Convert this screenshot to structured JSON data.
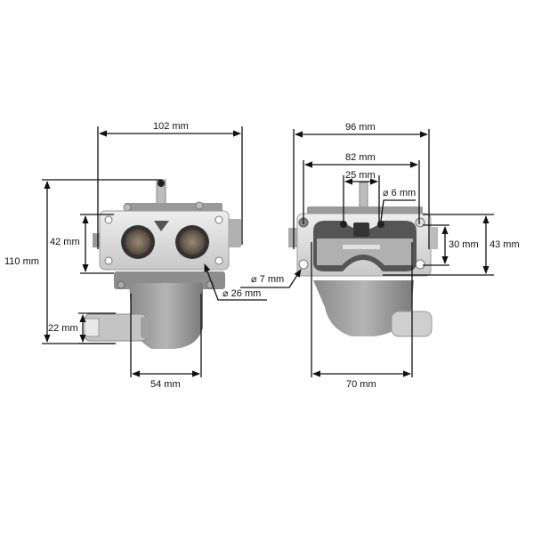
{
  "figure": {
    "type": "technical dimension drawing",
    "subject": "carburetor",
    "views": [
      {
        "name": "front-view-left",
        "dimensions": {
          "overall_width": "102 mm",
          "overall_height": "110 mm",
          "flange_height": "42 mm",
          "bore_diameter": "26 mm",
          "fuel_solenoid_diameter": "22 mm",
          "bowl_width": "54 mm"
        }
      },
      {
        "name": "rear-view-right",
        "dimensions": {
          "overall_width": "96 mm",
          "mount_hole_spacing": "82 mm",
          "small_hole_spacing": "25 mm",
          "small_hole_diameter": "6 mm",
          "mount_hole_diameter": "7 mm",
          "vertical_hole_spacing": "30 mm",
          "flange_height": "43 mm",
          "bowl_width": "70 mm"
        }
      }
    ]
  },
  "labels": {
    "d102": "102 mm",
    "d110": "110 mm",
    "d42": "42 mm",
    "d26": "⌀ 26 mm",
    "d22": "22 mm",
    "d54": "54 mm",
    "d96": "96 mm",
    "d82": "82 mm",
    "d25": "25 mm",
    "d6": "⌀ 6 mm",
    "d7": "⌀ 7 mm",
    "d30": "30 mm",
    "d43": "43 mm",
    "d70": "70 mm"
  },
  "colors": {
    "line": "#111111",
    "metal_light": "#d9d9d9",
    "metal_mid": "#a9a9a9",
    "metal_dark": "#7d7d7d",
    "bore": "#5a4f45",
    "plastic": "#4a4a4a"
  }
}
